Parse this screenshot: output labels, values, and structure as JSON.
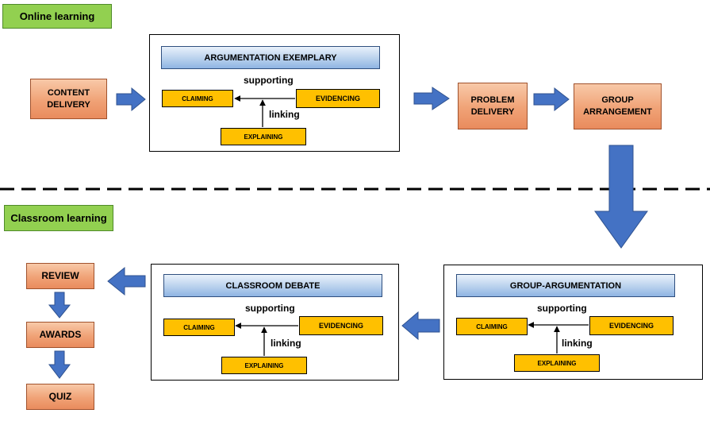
{
  "labels": {
    "online_learning": "Online learning",
    "classroom_learning": "Classroom learning"
  },
  "online": {
    "content_delivery": [
      "CONTENT",
      "DELIVERY"
    ],
    "problem_delivery": [
      "PROBLEM",
      "DELIVERY"
    ],
    "group_arrangement": [
      "GROUP",
      "ARRANGEMENT"
    ],
    "exemplary": {
      "title": "ARGUMENTATION EXEMPLARY",
      "claiming": "CLAIMING",
      "evidencing": "EVIDENCING",
      "explaining": "EXPLAINING",
      "supporting": "supporting",
      "linking": "linking"
    }
  },
  "classroom": {
    "review": "REVIEW",
    "awards": "AWARDS",
    "quiz": "QUIZ",
    "debate": {
      "title": "CLASSROOM DEBATE",
      "claiming": "CLAIMING",
      "evidencing": "EVIDENCING",
      "explaining": "EXPLAINING",
      "supporting": "supporting",
      "linking": "linking"
    },
    "group_argumentation": {
      "title": "GROUP-ARGUMENTATION",
      "claiming": "CLAIMING",
      "evidencing": "EVIDENCING",
      "explaining": "EXPLAINING",
      "supporting": "supporting",
      "linking": "linking"
    }
  },
  "colors": {
    "arrow_fill": "#4472c4",
    "label_green": "#92d050",
    "process_orange": "#f0a276",
    "element_yellow": "#ffc000",
    "header_blue": "#8fb4e3"
  }
}
